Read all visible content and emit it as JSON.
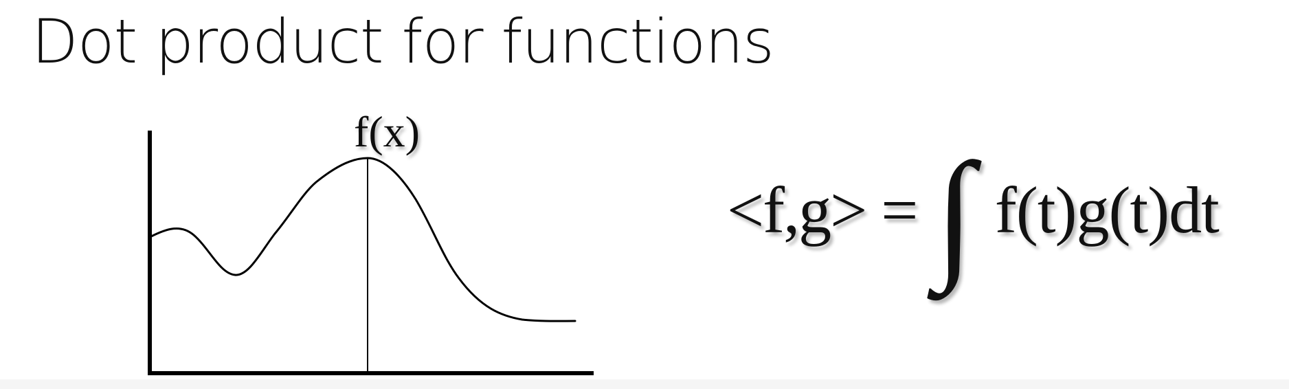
{
  "slide": {
    "title": "Dot product for functions"
  },
  "figure": {
    "function_label": "f(x)"
  },
  "formula": {
    "lhs": "<f,g>",
    "equals": "=",
    "integral_symbol": "∫",
    "integrand": "f(t)g(t)dt"
  },
  "colors": {
    "ink": "#111111",
    "background": "#ffffff"
  }
}
